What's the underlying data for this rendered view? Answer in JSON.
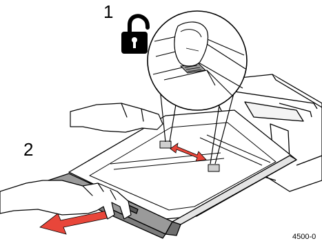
{
  "figure": {
    "step_1_label": "1",
    "step_2_label": "2",
    "figure_id": "4500-0"
  },
  "colors": {
    "line": "#000000",
    "tray_gray": "#9a9a9a",
    "tray_dark": "#6f6f6f",
    "arrow_red": "#e8463a",
    "background": "#ffffff"
  },
  "icons": {
    "lock": "unlocked-padlock-icon",
    "pull_arrow": "pull-out-arrow-icon",
    "guide_arrow": "double-headed-arrow-icon"
  }
}
